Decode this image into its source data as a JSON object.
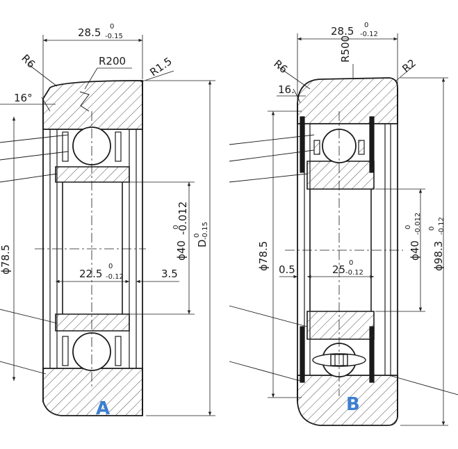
{
  "figure_a": {
    "tag": "A",
    "tag_color": "#3b7fd0",
    "labels": {
      "width": "28.5",
      "width_tol_upper": "0",
      "width_tol_lower": "-0.15",
      "r_left": "R6",
      "r_crown": "R200",
      "r_right": "R1.5",
      "angle": "16°",
      "seal_dia": "ϕ78.5",
      "bore": "ϕ40",
      "bore_tol_upper": "0",
      "bore_tol_lower": "-0.012",
      "outer": "D",
      "outer_tol_upper": "0",
      "outer_tol_lower": "-0.15",
      "inner_width": "22.5",
      "inner_width_tol_upper": "0",
      "inner_width_tol_lower": "-0.12",
      "offset": "3.5"
    }
  },
  "figure_b": {
    "tag": "B",
    "tag_color": "#3b7fd0",
    "labels": {
      "width": "28.5",
      "width_tol_upper": "0",
      "width_tol_lower": "-0.12",
      "r_left": "R6",
      "r_crown": "R500",
      "r_right": "R2",
      "angle": "16.",
      "seal_dia": "ϕ78.5",
      "bore": "ϕ40",
      "bore_tol_upper": "0",
      "bore_tol_lower": "-0.012",
      "outer": "ϕ98.3",
      "outer_tol_upper": "0",
      "outer_tol_lower": "-0.12",
      "offset": "0.5",
      "inner_width": "25",
      "inner_width_tol_upper": "0",
      "inner_width_tol_lower": "-0.12"
    }
  }
}
